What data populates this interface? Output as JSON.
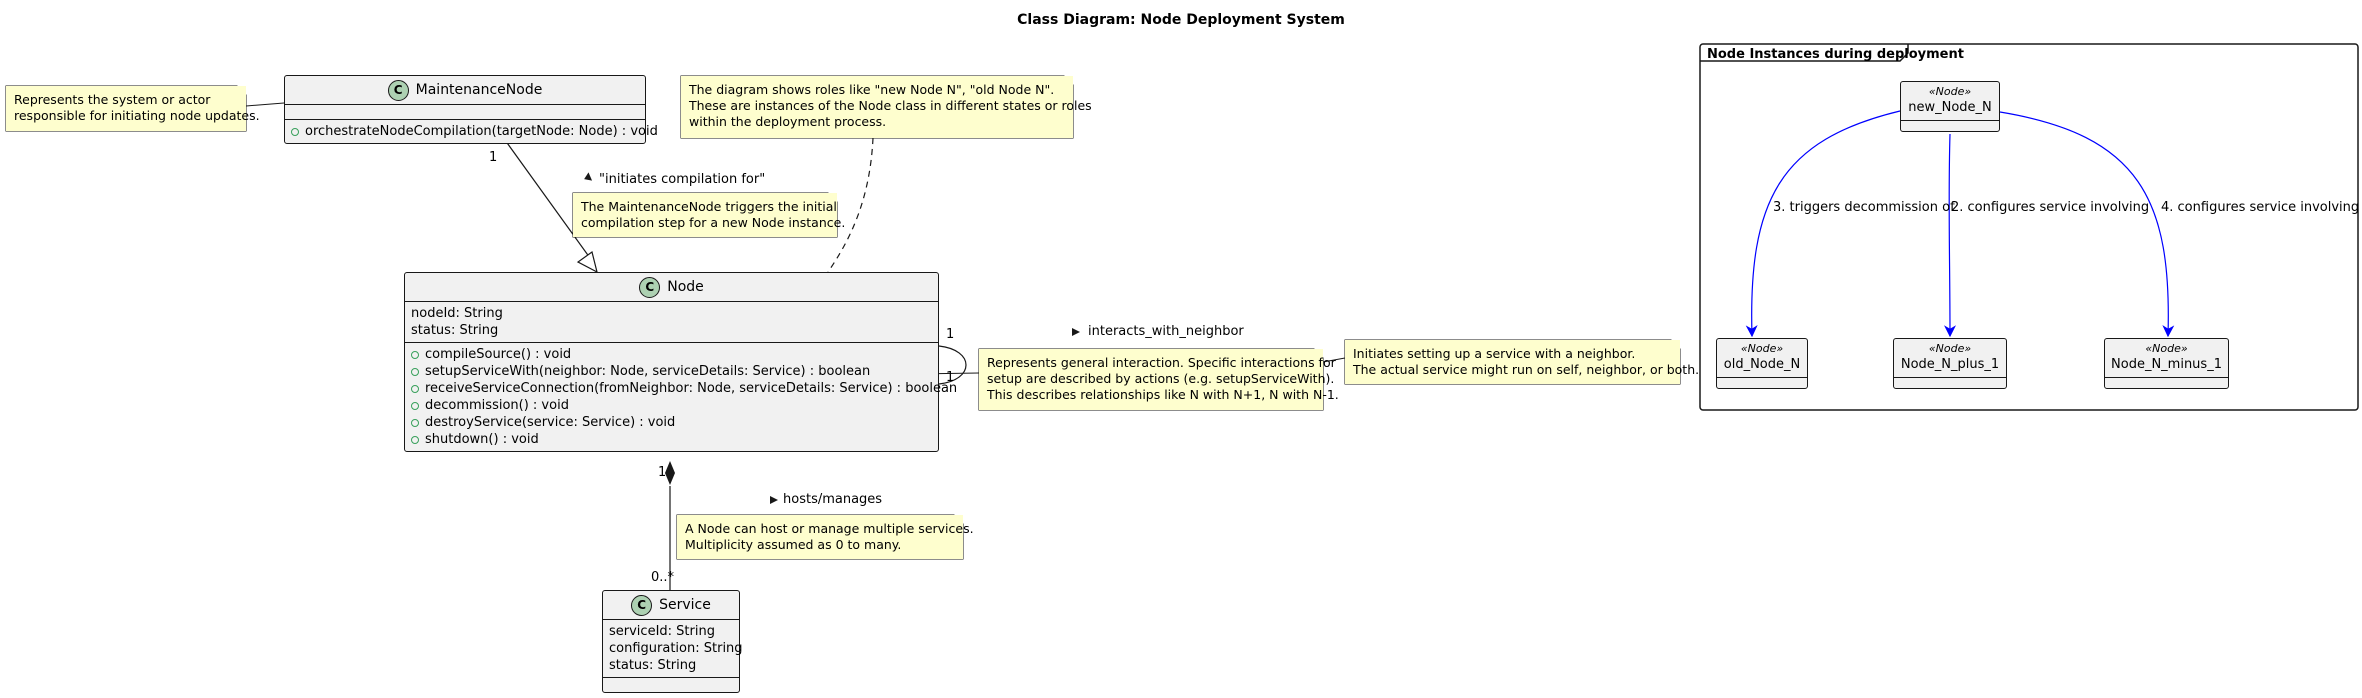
{
  "title": "Class Diagram: Node Deployment System",
  "frame": {
    "title": "Node Instances during deployment"
  },
  "class_glyph": "C",
  "classes": {
    "maintenance": {
      "name": "MaintenanceNode",
      "attributes": [],
      "methods": [
        "orchestrateNodeCompilation(targetNode: Node) : void"
      ]
    },
    "node": {
      "name": "Node",
      "attributes": [
        "nodeId: String",
        "status: String"
      ],
      "methods": [
        "compileSource() : void",
        "setupServiceWith(neighbor: Node, serviceDetails: Service) : boolean",
        "receiveServiceConnection(fromNeighbor: Node, serviceDetails: Service) : boolean",
        "decommission() : void",
        "destroyService(service: Service) : void",
        "shutdown() : void"
      ]
    },
    "service": {
      "name": "Service",
      "attributes": [
        "serviceId: String",
        "configuration: String",
        "status: String"
      ],
      "methods": []
    }
  },
  "objects": [
    {
      "stereotype": "«Node»",
      "name": "new_Node_N"
    },
    {
      "stereotype": "«Node»",
      "name": "old_Node_N"
    },
    {
      "stereotype": "«Node»",
      "name": "Node_N_plus_1"
    },
    {
      "stereotype": "«Node»",
      "name": "Node_N_minus_1"
    }
  ],
  "notes": {
    "actor": [
      "Represents the system or actor",
      "responsible for initiating node updates."
    ],
    "roles": [
      "The diagram shows roles like \"new Node N\", \"old Node N\".",
      "These are instances of the Node class in different states or roles",
      "within the deployment process."
    ],
    "triggers": [
      "The MaintenanceNode triggers the initial",
      "compilation step for a new Node instance."
    ],
    "interaction": [
      "Represents general interaction. Specific interactions for",
      "setup are described by actions (e.g. setupServiceWith).",
      "This describes relationships like N with N+1, N with N-1."
    ],
    "setup": [
      "Initiates setting up a service with a neighbor.",
      "The actual service might run on self, neighbor, or both."
    ],
    "hosts": [
      "A Node can host or manage multiple services.",
      "Multiplicity assumed as 0 to many."
    ]
  },
  "relations": {
    "initiates_label": "\"initiates compilation for\"",
    "initiates_mult": "1",
    "neighbor_label": "interacts_with_neighbor",
    "neighbor_mult_top": "1",
    "neighbor_mult_bottom": "1",
    "hosts_label": "hosts/manages",
    "hosts_mult_node": "1",
    "hosts_mult_service": "0..*",
    "arrow_decommission": "3. triggers decommission of",
    "arrow_plus": "2. configures service involving",
    "arrow_minus": "4. configures service involving"
  },
  "colors": {
    "class_fill": "#f1f1f1",
    "class_badge": "#add1b2",
    "note_fill": "#fefece",
    "border": "#181818",
    "instance_arrow": "#0000ff",
    "public_marker": "#38a05b"
  }
}
